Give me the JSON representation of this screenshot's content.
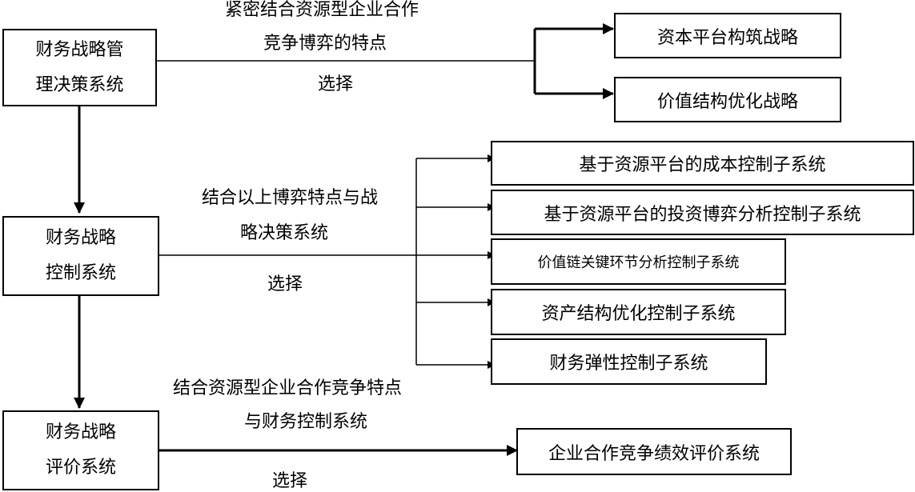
{
  "nodes": {
    "mgmt_decision": [
      "财务战略管",
      "理决策系统"
    ],
    "control": [
      "财务战略",
      "控制系统"
    ],
    "evaluation": [
      "财务战略",
      "评价系统"
    ]
  },
  "strategies": [
    "资本平台构筑战略",
    "价值结构优化战略"
  ],
  "subsystems": [
    "基于资源平台的成本控制子系统",
    "基于资源平台的投资博弈分析控制子系统",
    "价值链关键环节分析控制子系统",
    "资产结构优化控制子系统",
    "财务弹性控制子系统"
  ],
  "evaluation_target": "企业合作竞争绩效评价系统",
  "edge_labels": {
    "top": [
      "紧密结合资源型企业合作",
      "竞争博弈的特点",
      "选择"
    ],
    "middle": [
      "结合以上博弈特点与战",
      "略决策系统",
      "选择"
    ],
    "bottom": [
      "结合资源型企业合作竞争特点",
      "与财务控制系统",
      "选择"
    ]
  }
}
